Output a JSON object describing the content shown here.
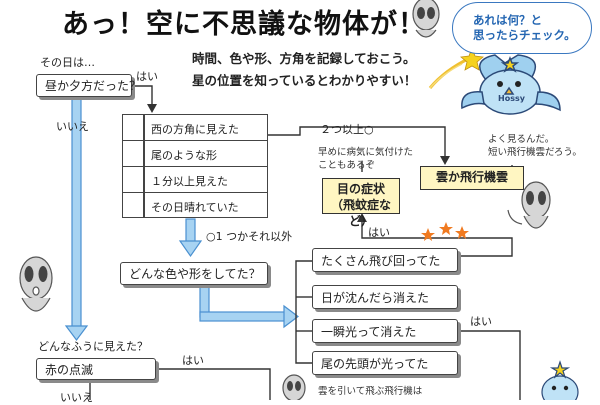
{
  "title": "あっ！空に不思議な物体が！",
  "intro": {
    "line1": "時間、色や形、方角を記録しておこう。",
    "line2": "星の位置を知っているとわかりやすい！"
  },
  "bubble": {
    "line1": "あれは何？と",
    "line2": "思ったらチェック。"
  },
  "mascot_name": "Hossy",
  "flow": {
    "start_text": "その日は…",
    "q1": "昼か夕方だった？",
    "q1_yes": "はい",
    "q1_no": "いいえ",
    "checklist": [
      "西の方角に見えた",
      "尾のような形",
      "１分以上見えた",
      "その日晴れていた"
    ],
    "two_or_more": "２つ以上○",
    "circle_one_or_other": "○1 つかそれ以外",
    "eye_note_line1": "早めに病気に気付けた",
    "eye_note_line2": "こともあるぞ",
    "eye_result_line1": "目の症状",
    "eye_result_line2": "（飛蚊症など）",
    "eye_yes": "はい",
    "cloud_plane": "雲か飛行機雲",
    "alien_comment_line1": "よく見るんだ。",
    "alien_comment_line2": "短い飛行機雲だろう。",
    "q2": "どんな色や形をしてた？",
    "options": [
      "たくさん飛び回ってた",
      "日が沈んだら消えた",
      "一瞬光って消えた",
      "尾の先頭が光ってた"
    ],
    "option_yes": "はい",
    "q3": "どんなふうに見えた？",
    "red_blink": "赤の点滅",
    "red_yes": "はい",
    "red_no": "いいえ",
    "bottom_note": "雲を引いて飛ぶ飛行機は"
  },
  "colors": {
    "arrow_blue": "#a7d3f2",
    "arrow_blue_edge": "#4a90d0",
    "result_fill": "#fff6c2",
    "title_text": "#111111",
    "bubble_text": "#2466b2",
    "mascot_body": "#bfe2f6"
  }
}
